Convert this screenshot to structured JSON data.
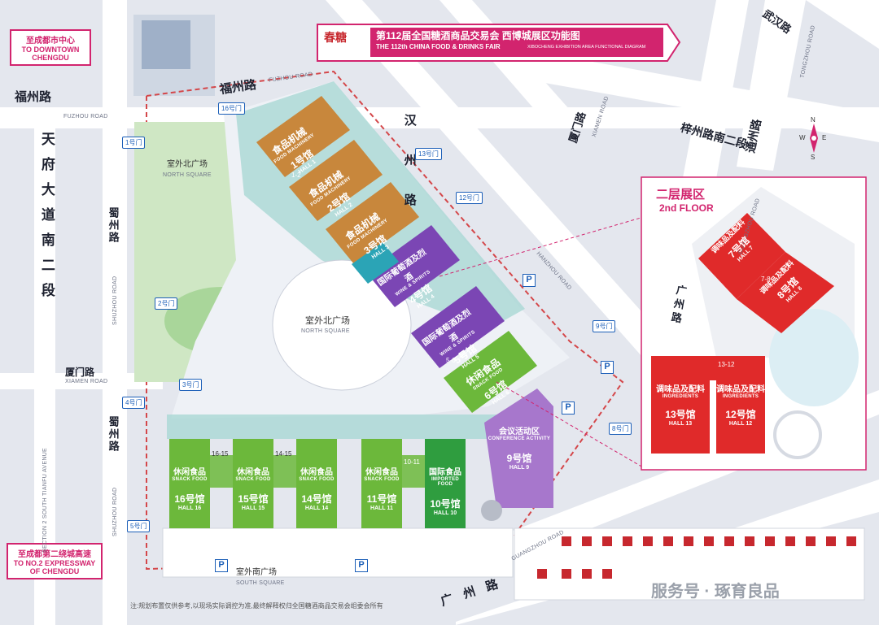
{
  "banner": {
    "logo_text": "春糖",
    "title_cn": "第112届全国糖酒商品交易会  西博城展区功能图",
    "title_en": "THE 112th CHINA FOOD & DRINKS FAIR",
    "subtitle_en": "XIBOCHENG EXHIBITION AREA FUNCTIONAL DIAGRAM"
  },
  "destinations": {
    "chengdu_cn": "至成都市中心",
    "chengdu_en1": "TO DOWNTOWN",
    "chengdu_en2": "CHENGDU",
    "expressway_cn": "至成都第二绕城高速",
    "expressway_en1": "TO NO.2 EXPRESSWAY",
    "expressway_en2": "OF CHENGDU"
  },
  "roads": {
    "fuzhou_cn": "福州路",
    "fuzhou_en": "FUZHOU ROAD",
    "fuzhou_cn2": "福州路",
    "fuzhou_en2": "FUZHOU ROAD",
    "tianfu_cn": "天府大道南二段",
    "tianfu_en": "SECTION 2 SOUTH TIANFU AVENUE",
    "shuzhou_cn": "蜀州路",
    "shuzhou_en": "SHUZHOU ROAD",
    "shuzhou_cn2": "蜀州路",
    "shuzhou_en2": "SHUZHOU ROAD",
    "xiamen_cn": "厦门路",
    "xiamen_en": "XIAMEN ROAD",
    "xiamen_cn2": "厦门路",
    "xiamen_en2": "XIAMEN ROAD",
    "han_cn": "汉州路",
    "hanzhou_en": "HANZHOU ROAD",
    "zizhou_cn": "梓州路南二段",
    "tongzhou_cn": "通州路",
    "tongzhou_en": "TONGZHOU ROAD",
    "wuhan_cn": "武汉路",
    "guangzhou_cn": "广州路",
    "guangzhou_en": "GUANGZHOU ROAD",
    "guangzhou_en2": "GUANGZHOU ROAD",
    "guangzhou_cn2": "广州路"
  },
  "squares": {
    "north1_cn": "室外北广场",
    "north1_en": "NORTH SQUARE",
    "north2_cn": "室外北广场",
    "north2_en": "NORTH SQUARE",
    "south_cn": "室外南广场",
    "south_en": "SOUTH SQUARE"
  },
  "gates": [
    "1号门",
    "2号门",
    "3号门",
    "4号门",
    "5号门",
    "8号门",
    "9号门",
    "12号门",
    "13号门",
    "16号门"
  ],
  "halls": {
    "h1": {
      "cn": "食品机械",
      "en": "FOOD MACHINERY",
      "no": "1号馆",
      "hn": "HALL 1"
    },
    "h2": {
      "cn": "食品机械",
      "en": "FOOD MACHINERY",
      "no": "2号馆",
      "hn": "HALL 2"
    },
    "h3": {
      "cn": "食品机械",
      "en": "FOOD MACHINERY",
      "no": "3号馆",
      "hn": "HALL 3"
    },
    "h4": {
      "cn": "国际葡萄酒及烈酒",
      "en": "WINE & SPIRITS",
      "no": "4号馆",
      "hn": "HALL 4"
    },
    "h5": {
      "cn": "国际葡萄酒及烈酒",
      "en": "WINE & SPIRITS",
      "no": "5号馆",
      "hn": "HALL 5"
    },
    "h6": {
      "cn": "休闲食品",
      "en": "SNACK FOOD",
      "no": "6号馆",
      "hn": "HALL 6"
    },
    "h9": {
      "cn": "会议活动区",
      "en": "CONFERENCE ACTIVITY",
      "no": "9号馆",
      "hn": "HALL 9"
    },
    "h10": {
      "cn": "国际食品",
      "en": "IMPORTED FOOD",
      "no": "10号馆",
      "hn": "HALL 10"
    },
    "h11": {
      "cn": "休闲食品",
      "en": "SNACK FOOD",
      "no": "11号馆",
      "hn": "HALL 11"
    },
    "h14": {
      "cn": "休闲食品",
      "en": "SNACK FOOD",
      "no": "14号馆",
      "hn": "HALL 14"
    },
    "h15": {
      "cn": "休闲食品",
      "en": "SNACK FOOD",
      "no": "15号馆",
      "hn": "HALL 15"
    },
    "h16": {
      "cn": "休闲食品",
      "en": "SNACK FOOD",
      "no": "16号馆",
      "hn": "HALL 16"
    },
    "h7": {
      "cn": "调味品及配料",
      "en": "INGREDIENTS",
      "no": "7号馆",
      "hn": "HALL 7"
    },
    "h8": {
      "cn": "调味品及配料",
      "en": "INGREDIENTS",
      "no": "8号馆",
      "hn": "HALL 8"
    },
    "h12": {
      "cn": "调味品及配料",
      "en": "INGREDIENTS",
      "no": "12号馆",
      "hn": "HALL 12"
    },
    "h13": {
      "cn": "调味品及配料",
      "en": "INGREDIENTS",
      "no": "13号馆",
      "hn": "HALL 13"
    }
  },
  "connectors": [
    "1-2",
    "5-6",
    "7-8",
    "10-11",
    "13-12",
    "14-15",
    "16-15"
  ],
  "second_floor": {
    "cn": "二层展区",
    "en": "2nd FLOOR"
  },
  "compass": {
    "n": "N",
    "s": "S",
    "e": "E",
    "w": "W"
  },
  "parking": "P",
  "note": "注:规划布置仅供参考,以现场实际调控为准,最终解释权归全国糖酒商品交易会组委会所有",
  "watermark": "服务号 · 琢育良品",
  "colors": {
    "food_machinery": "#c8873c",
    "wine_spirits": "#7b46b4",
    "snack_food": "#6cb83b",
    "imported_food": "#2f9d3f",
    "conference": "#a777cc",
    "ingredients": "#e02a2a",
    "accent": "#d2246e",
    "walkway": "#a9d8d4",
    "road": "#ffffff",
    "block": "#dde1e9"
  }
}
